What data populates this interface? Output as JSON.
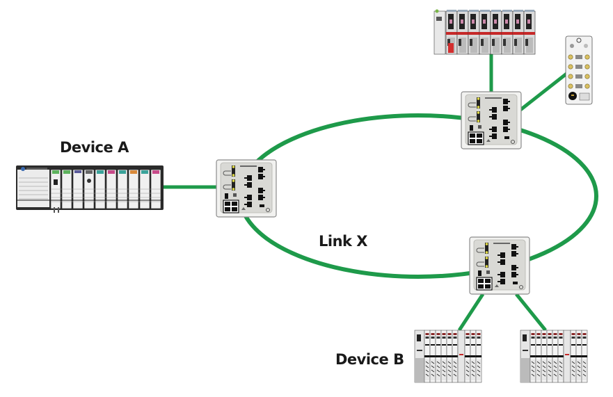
{
  "labels": {
    "device_a": "Device A",
    "link_x": "Link X",
    "device_b": "Device B"
  },
  "colors": {
    "link_green": "#1e9a4a",
    "switch_panel": "#dcdcd8",
    "switch_border": "#8c8c8c",
    "port_black": "#111111",
    "led_yellow": "#e6e04a"
  },
  "topology": {
    "ring": "Ethernet ring connecting three managed switches",
    "nodes": [
      {
        "id": "device-a",
        "type": "chassis-controller",
        "label_ref": "device_a"
      },
      {
        "id": "switch-left",
        "type": "managed-switch"
      },
      {
        "id": "switch-top",
        "type": "managed-switch"
      },
      {
        "id": "switch-bottom",
        "type": "managed-switch"
      },
      {
        "id": "drive-rack",
        "type": "drive-module-rack"
      },
      {
        "id": "io-block",
        "type": "on-machine-io-block"
      },
      {
        "id": "device-b-1",
        "type": "distributed-io-rack",
        "label_ref": "device_b"
      },
      {
        "id": "device-b-2",
        "type": "distributed-io-rack",
        "label_ref": "device_b"
      }
    ],
    "links": [
      [
        "device-a",
        "switch-left"
      ],
      [
        "switch-left",
        "switch-top"
      ],
      [
        "switch-top",
        "switch-bottom"
      ],
      [
        "switch-bottom",
        "switch-left"
      ],
      [
        "switch-top",
        "drive-rack"
      ],
      [
        "switch-top",
        "io-block"
      ],
      [
        "switch-bottom",
        "device-b-1"
      ],
      [
        "switch-bottom",
        "device-b-2"
      ]
    ]
  }
}
